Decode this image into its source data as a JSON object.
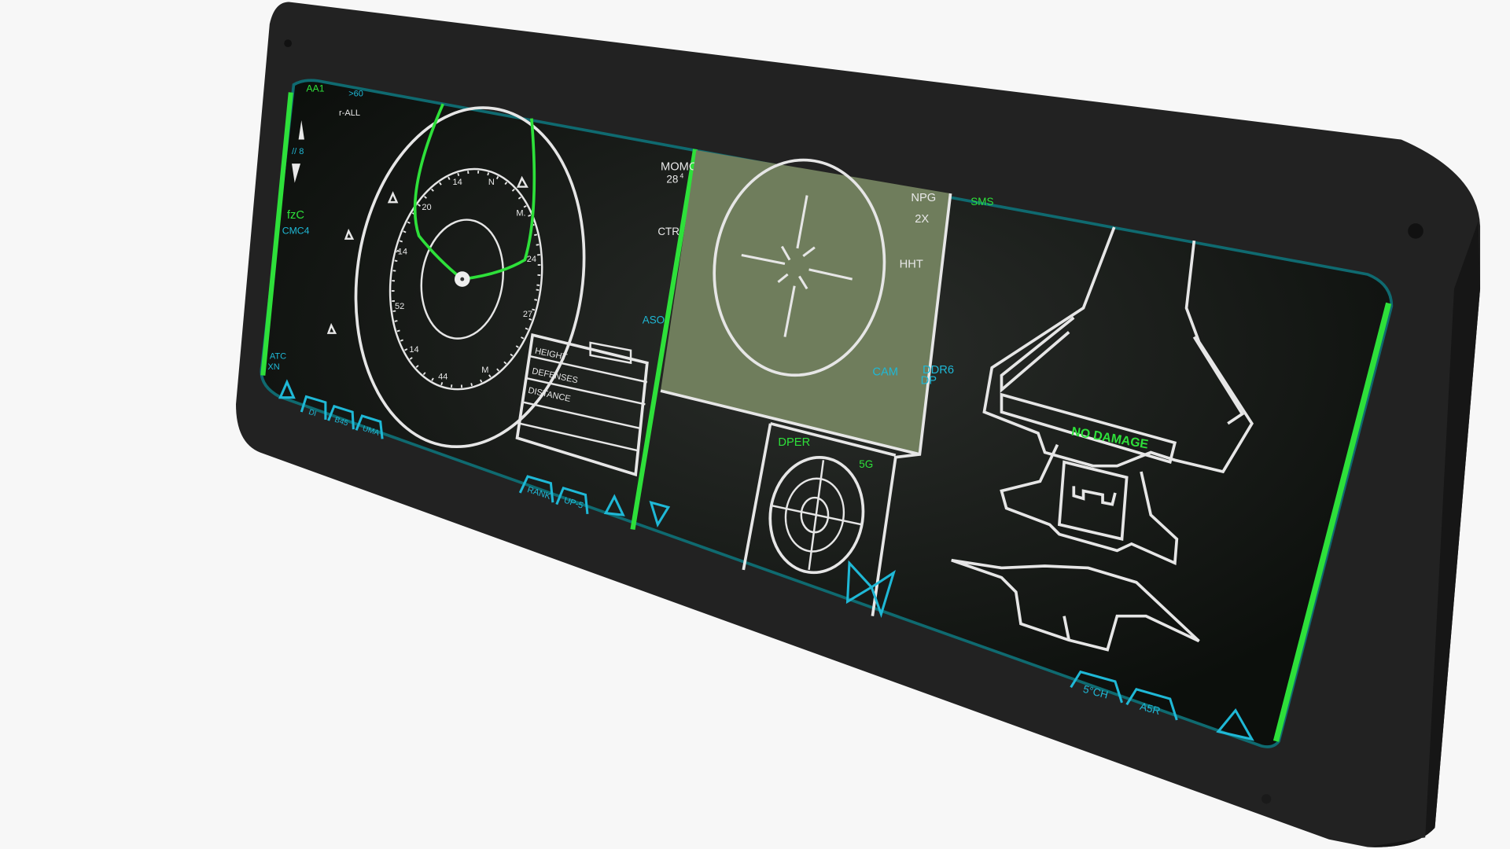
{
  "colors": {
    "bezel": "#222222",
    "screen": "#0e100e",
    "accent_green": "#2ee03a",
    "accent_cyan": "#1fb8d6",
    "panel_olive": "#6f7d5c",
    "line": "#e6e6e6"
  },
  "left_panel": {
    "top_labels": [
      "AA1",
      ">60",
      "r-ALL"
    ],
    "side_labels": [
      "// 8",
      "fzC",
      "CMC4",
      "ATC",
      "XN"
    ],
    "compass_labels": [
      "14",
      "N",
      "M.",
      "20",
      "24",
      "-14",
      "52",
      "27",
      "14",
      "44",
      "M"
    ],
    "info_table": [
      "HEIGHT",
      "DEFENSES",
      "DISTANCE"
    ],
    "bottom_tabs": [
      "DI",
      "B45",
      "UMA",
      "RANK",
      "UP-5"
    ],
    "right_labels": [
      "MOMO",
      "28",
      "4",
      "CTR",
      "ASO"
    ]
  },
  "center_panel": {
    "labels": [
      "NPG",
      "2X",
      "HHT",
      "CAM"
    ],
    "sub_panel_labels": [
      "DPER",
      "5G"
    ]
  },
  "right_panel": {
    "labels": [
      "SMS",
      "DDR6",
      "DP"
    ],
    "status": "NO DAMAGE",
    "bottom_tabs": [
      "5°CH",
      "A5R"
    ]
  }
}
